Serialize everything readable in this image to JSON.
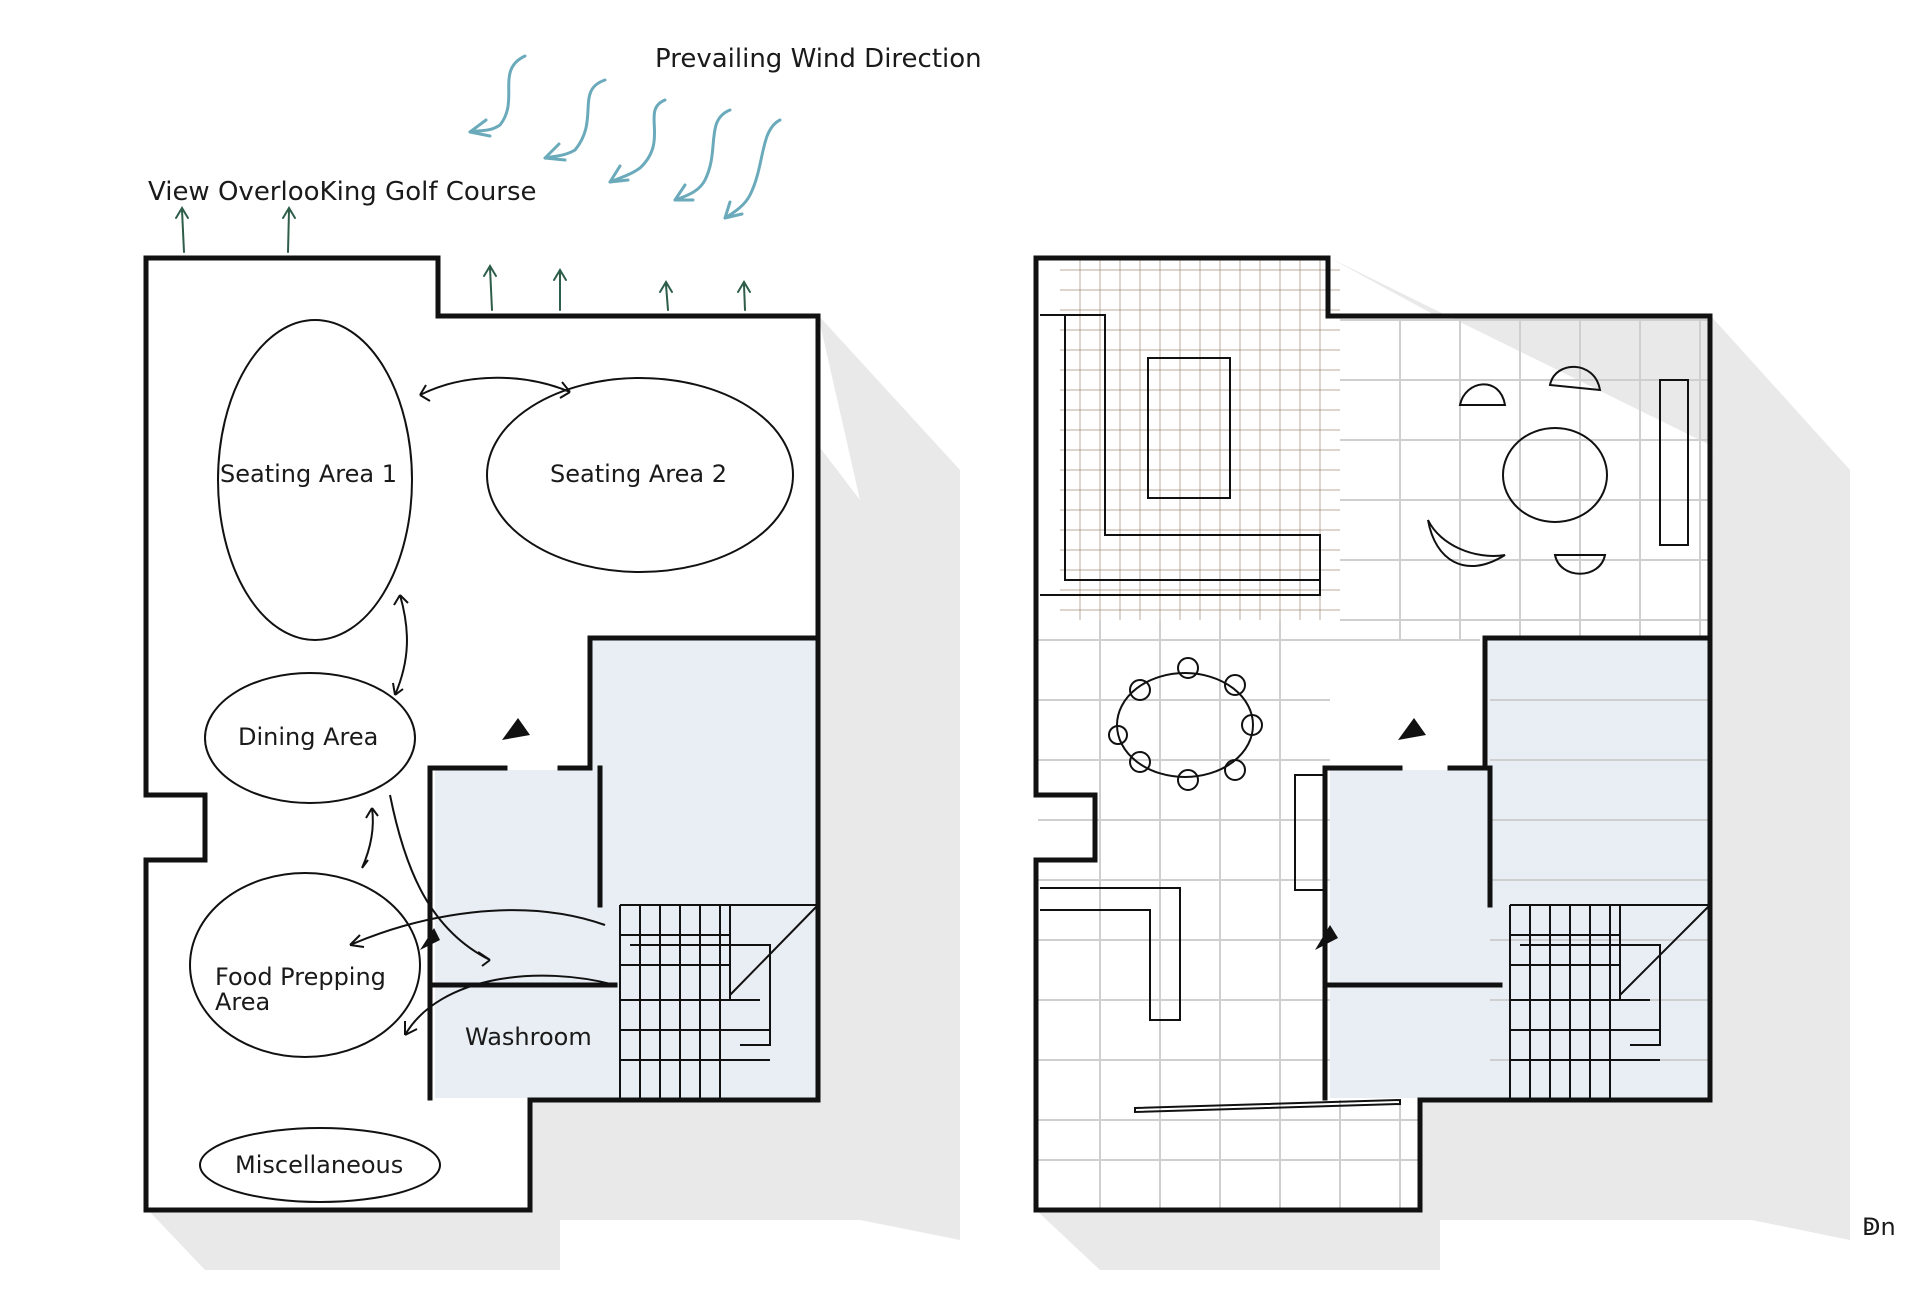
{
  "labels": {
    "wind": "Prevailing Wind Direction",
    "view": "View OverlooKing Golf Course",
    "seating1": "Seating Area 1",
    "seating2": "Seating Area 2",
    "dining": "Dining Area",
    "food_line1": "Food Prepping",
    "food_line2": "Area",
    "washroom": "Washroom",
    "misc": "Miscellaneous",
    "north": "ↁn"
  },
  "colors": {
    "wind_arrows": "#6aaabb",
    "view_arrows": "#2e5e4a",
    "service_zone": "#e8eef3",
    "shadow": "#e9e9e9",
    "walls": "#111111"
  }
}
